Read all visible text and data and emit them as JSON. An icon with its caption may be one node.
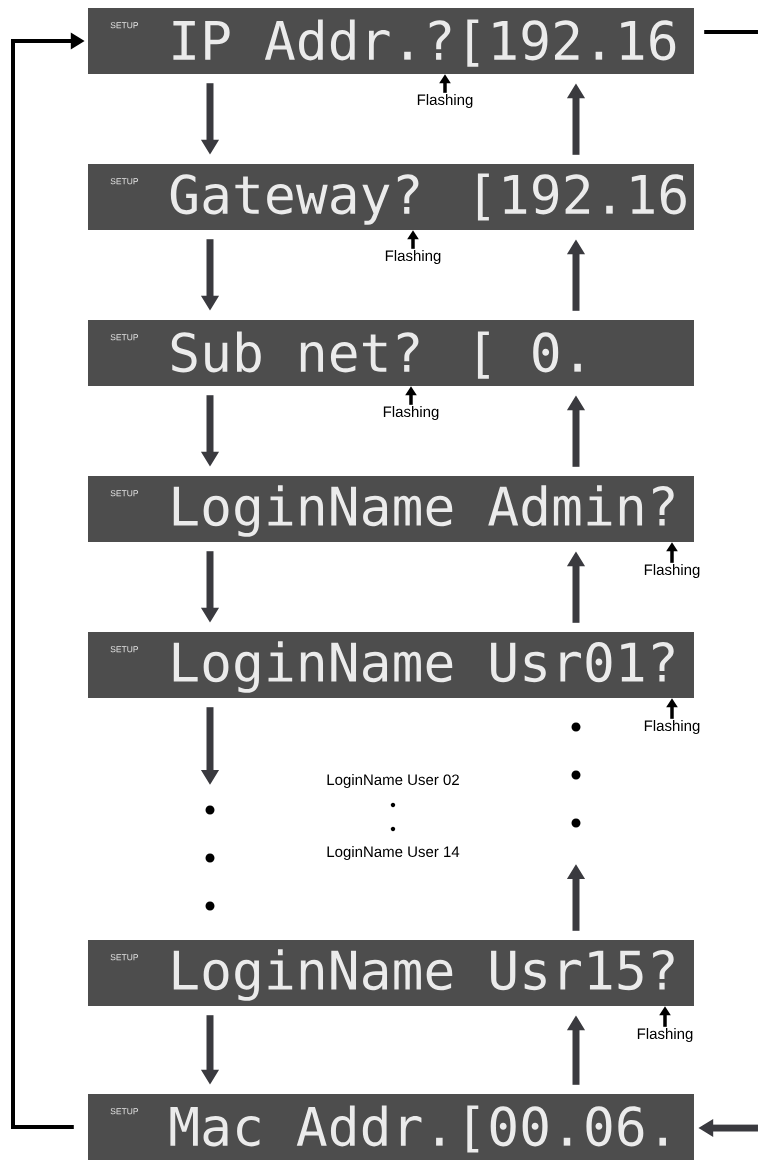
{
  "diagram": {
    "nodes": [
      {
        "text": [
          "SETUP",
          "IP Addr.?[192.16"
        ]
      },
      {
        "text": [
          "SETUP",
          "Gateway? [192.16"
        ]
      },
      {
        "text": [
          "SETUP",
          "Sub net? [  0."
        ]
      },
      {
        "text": [
          "SETUP",
          "LoginName Admin?"
        ]
      },
      {
        "text": [
          "SETUP",
          "LoginName Usr01?"
        ]
      },
      {
        "text": [
          "SETUP",
          "LoginName Usr15?"
        ]
      },
      {
        "text": [
          "SETUP",
          "Mac Addr.[00.06."
        ]
      },
      {
        "text": [
          "Flashing"
        ]
      },
      {
        "text": [
          "Flashing"
        ]
      },
      {
        "text": [
          "Flashing"
        ]
      },
      {
        "text": [
          "Flashing"
        ]
      },
      {
        "text": [
          "Flashing"
        ]
      },
      {
        "text": [
          "Flashing"
        ]
      }
    ],
    "edges": [
      {
        "from": 0,
        "to": 1,
        "arrow": "to"
      },
      {
        "from": 1,
        "to": 0,
        "arrow": "to"
      },
      {
        "from": 1,
        "to": 2,
        "arrow": "to"
      },
      {
        "from": 2,
        "to": 1,
        "arrow": "to"
      },
      {
        "from": 2,
        "to": 3,
        "arrow": "to"
      },
      {
        "from": 3,
        "to": 2,
        "arrow": "to"
      },
      {
        "from": 3,
        "to": 4,
        "arrow": "to"
      },
      {
        "from": 4,
        "to": 3,
        "arrow": "to"
      },
      {
        "from": 4,
        "to": null,
        "arrow": "to"
      },
      {
        "from": 5,
        "to": null,
        "arrow": "to"
      },
      {
        "from": 5,
        "to": 6,
        "arrow": "to"
      },
      {
        "from": 6,
        "to": 5,
        "arrow": "to"
      },
      {
        "from": 6,
        "to": 0,
        "arrow": "to",
        "color": "#000000"
      },
      {
        "from": 0,
        "to": null,
        "arrow": "none",
        "color": "#000000"
      },
      {
        "from": null,
        "to": 6,
        "arrow": "to"
      },
      {
        "from": 7,
        "to": 0,
        "arrow": "to",
        "color": "#000000"
      },
      {
        "from": 8,
        "to": 1,
        "arrow": "to",
        "color": "#000000"
      },
      {
        "from": 9,
        "to": 2,
        "arrow": "to",
        "color": "#000000"
      },
      {
        "from": 10,
        "to": 3,
        "arrow": "to",
        "color": "#000000"
      },
      {
        "from": 11,
        "to": 4,
        "arrow": "to",
        "color": "#000000"
      },
      {
        "from": 12,
        "to": 5,
        "arrow": "to",
        "color": "#000000"
      }
    ],
    "labels": [
      "LoginName User 02",
      "LoginName User 14"
    ]
  }
}
